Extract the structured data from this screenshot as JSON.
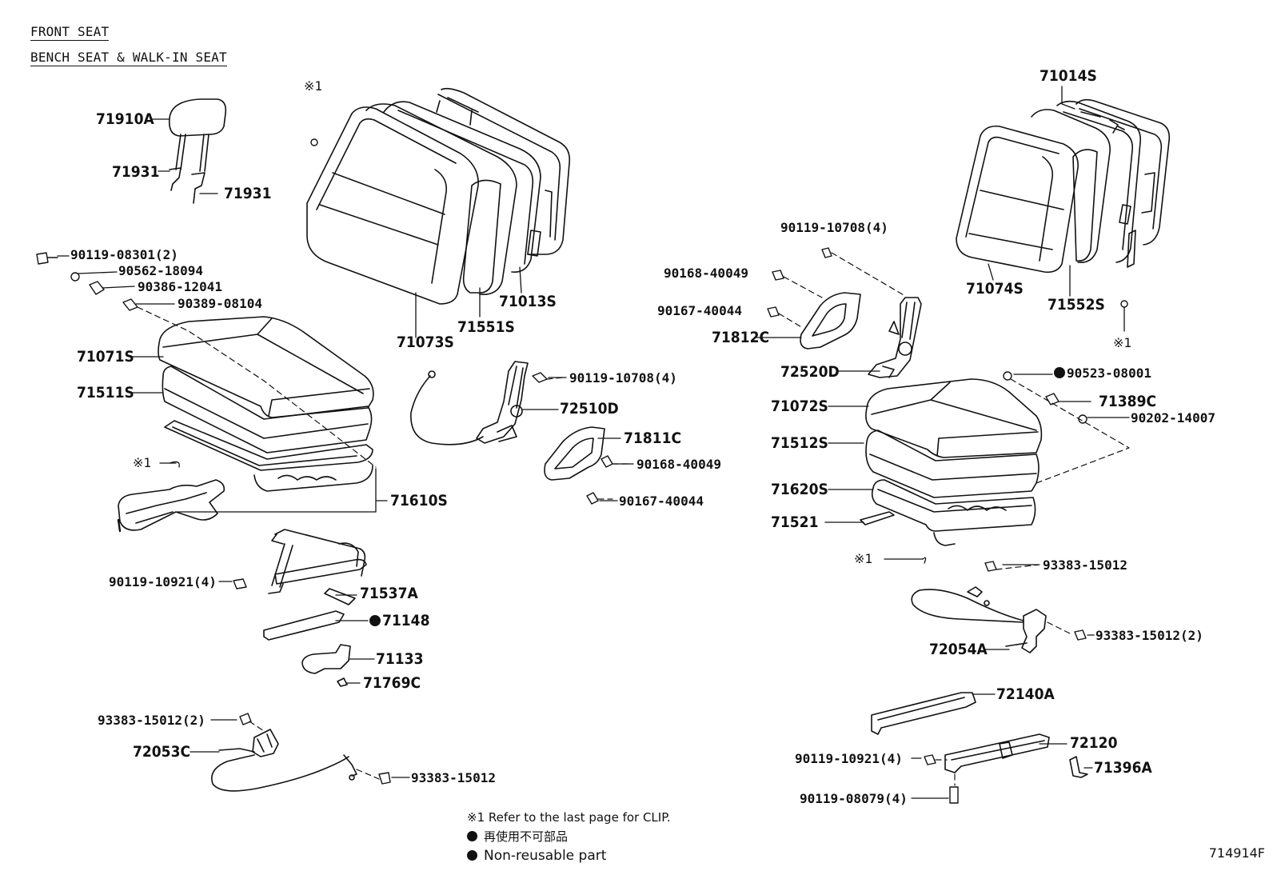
{
  "header": {
    "line1": "FRONT SEAT",
    "line2": "BENCH SEAT & WALK-IN SEAT"
  },
  "parts": {
    "71910A": "71910A",
    "71931a": "71931",
    "71931b": "71931",
    "p90119_08301": "90119-08301(2)",
    "p90562_18094": "90562-18094",
    "p90386_12041": "90386-12041",
    "p90389_08104": "90389-08104",
    "71071S": "71071S",
    "71511S": "71511S",
    "71610S": "71610S",
    "p90119_10921a": "90119-10921(4)",
    "71537A": "71537A",
    "71148": "71148",
    "71133": "71133",
    "71769C": "71769C",
    "p93383_15012_2a": "93383-15012(2)",
    "72053C": "72053C",
    "p93383_15012a": "93383-15012",
    "clip_mark_a": "※1",
    "clip_mark_b": "※1",
    "clip_mark_c": "※1",
    "clip_mark_d": "※1",
    "71073S": "71073S",
    "71551S": "71551S",
    "71013S": "71013S",
    "p90119_10708a": "90119-10708(4)",
    "72510D": "72510D",
    "71811C": "71811C",
    "p90168_40049a": "90168-40049",
    "p90167_40044a": "90167-40044",
    "71014S": "71014S",
    "71074S": "71074S",
    "71552S": "71552S",
    "p90119_10708b": "90119-10708(4)",
    "p90168_40049b": "90168-40049",
    "p90167_40044b": "90167-40044",
    "71812C": "71812C",
    "72520D": "72520D",
    "p90523_08001": "90523-08001",
    "71389C": "71389C",
    "p90202_14007": "90202-14007",
    "71072S": "71072S",
    "71512S": "71512S",
    "71620S": "71620S",
    "71521": "71521",
    "p93383_15012b": "93383-15012",
    "72054A": "72054A",
    "p93383_15012_2b": "93383-15012(2)",
    "72140A": "72140A",
    "72120": "72120",
    "p90119_10921b": "90119-10921(4)",
    "71396A": "71396A",
    "p90119_08079": "90119-08079(4)"
  },
  "notes": {
    "clip": "※1  Refer to the last page for CLIP.",
    "nonreusable_jp": "再使用不可部品",
    "nonreusable_en": "Non-reusable part"
  },
  "diagram_code": "714914F"
}
